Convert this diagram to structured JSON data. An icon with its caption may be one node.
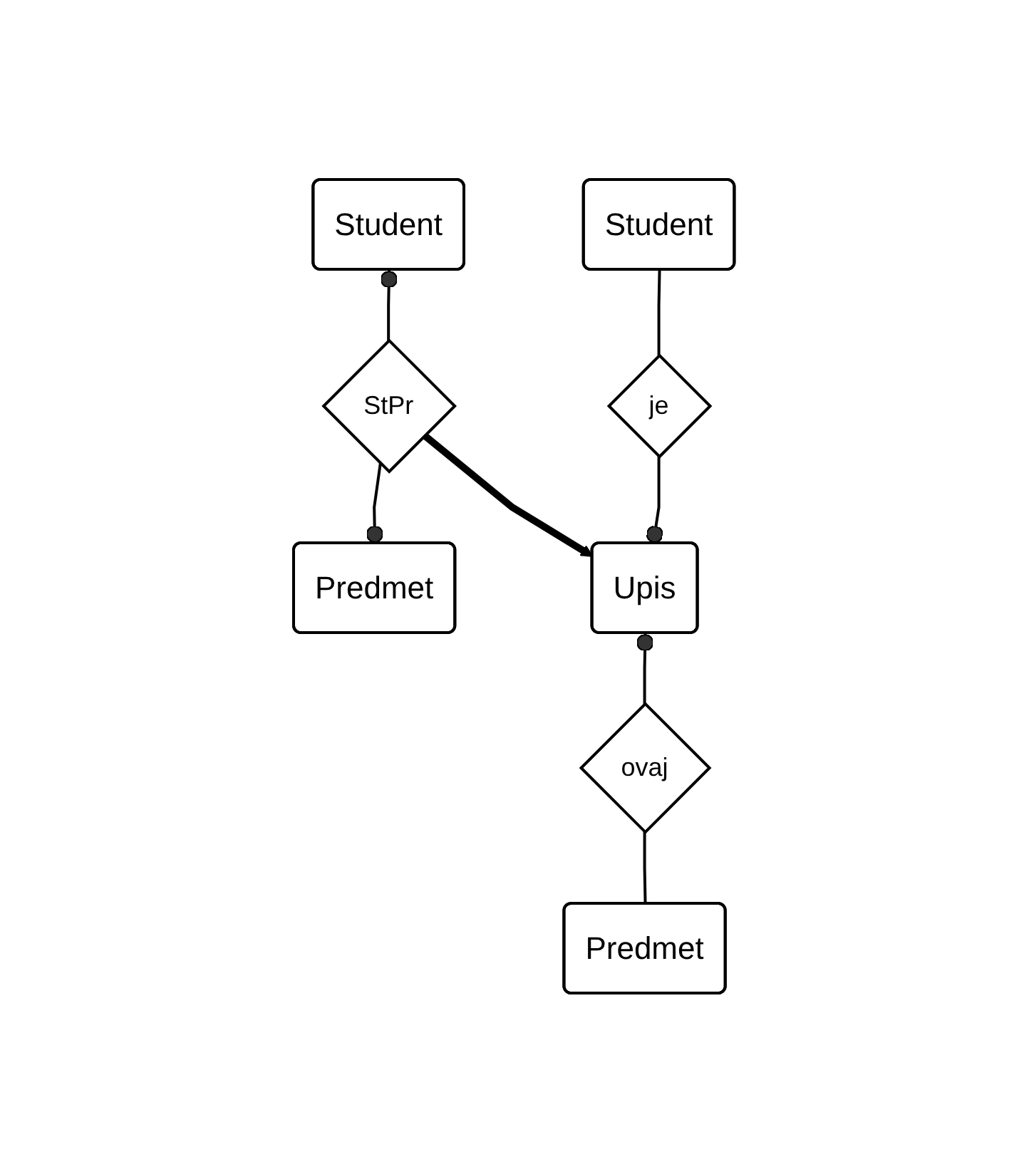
{
  "diagram": {
    "nodes": [
      {
        "text": [
          "Student"
        ]
      },
      {
        "text": [
          "StPr"
        ]
      },
      {
        "text": [
          "Predmet"
        ]
      },
      {
        "text": [
          "Student"
        ]
      },
      {
        "text": [
          "je"
        ]
      },
      {
        "text": [
          "Upis"
        ]
      },
      {
        "text": [
          "ovaj"
        ]
      },
      {
        "text": [
          "Predmet"
        ]
      }
    ],
    "edges": [
      {
        "from": 1,
        "to": 0,
        "arrow": "other"
      },
      {
        "from": 1,
        "to": 2,
        "arrow": "other"
      },
      {
        "from": 3,
        "to": 4,
        "arrow": "none"
      },
      {
        "from": 4,
        "to": 5,
        "arrow": "other"
      },
      {
        "from": 6,
        "to": 5,
        "arrow": "other"
      },
      {
        "from": 6,
        "to": 7,
        "arrow": "none"
      },
      {
        "from": 1,
        "to": 5,
        "arrow": "to",
        "style": "thick"
      }
    ]
  }
}
